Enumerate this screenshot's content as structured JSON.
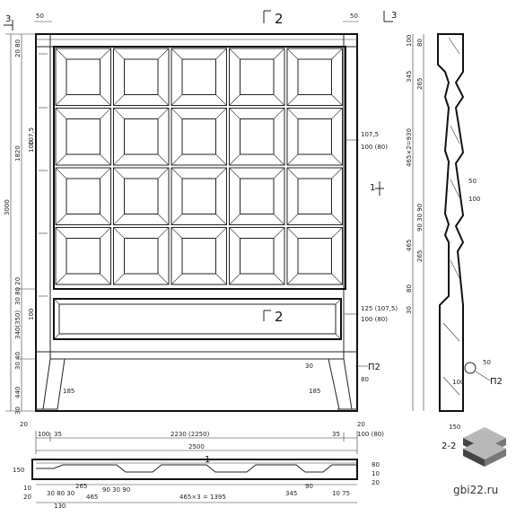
{
  "section_marks": {
    "cut_1_1": "1",
    "cut_2_2": "2",
    "cut_3_3": "3",
    "section_2_2_label": "2-2",
    "section_3_3_label": "3",
    "callout_p2": "П2"
  },
  "elevation_dims": {
    "top_50_left": "50",
    "top_50_right": "50",
    "top_20_80": "20 80",
    "height_total": "3000",
    "height_1820": "1820",
    "grid_1075": "107,5",
    "grid_100_80": "100 (80)",
    "side_1075_l": "107,5",
    "side_100_l": "100",
    "mid_30_80_20": "30 80 20",
    "panel_125_1075": "125 (107,5)",
    "panel_100_80": "100 (80)",
    "panel_340_350": "340(350)",
    "panel_100": "100",
    "lower_30_40": "30 40",
    "lower_440": "440",
    "lower_30": "30",
    "lower_20": "20",
    "leg_185_l": "185",
    "leg_185_r": "185",
    "leg_80": "80",
    "leg_30": "30",
    "width_100": "100",
    "width_35_l": "35",
    "width_2230": "2230 (2250)",
    "width_35_r": "35",
    "width_20_r": "20",
    "width_total": "2500",
    "width_100_r": "100 (80)",
    "top_80_r": "80"
  },
  "section_dims": {
    "s_100": "100",
    "s_80": "80",
    "s_345": "345",
    "s_265_a": "265",
    "s_465x2": "465×2=930",
    "s_50": "50",
    "s_100_b": "100",
    "s_90_30": "90 30 90",
    "s_465": "465",
    "s_265_b": "265",
    "s_30": "30",
    "s_50_b": "50",
    "s_100_c": "100",
    "s_150": "150"
  },
  "plan_dims": {
    "p_150": "150",
    "p_10": "10",
    "p_20": "20",
    "p_30_80_30": "30 80 30",
    "p_265": "265",
    "p_90_30_90": "90 30 90",
    "p_465": "465",
    "p_465x3": "465×3 = 1395",
    "p_345": "345",
    "p_90": "90",
    "p_10_75": "10 75",
    "p_130": "130",
    "p_80_r": "80",
    "p_10_r": "10",
    "p_20_r": "20"
  },
  "watermark": "gbi22.ru",
  "colors": {
    "ink": "#222222",
    "paper": "#ffffff",
    "logo_dark": "#444444",
    "logo_light": "#b8b8b8"
  }
}
